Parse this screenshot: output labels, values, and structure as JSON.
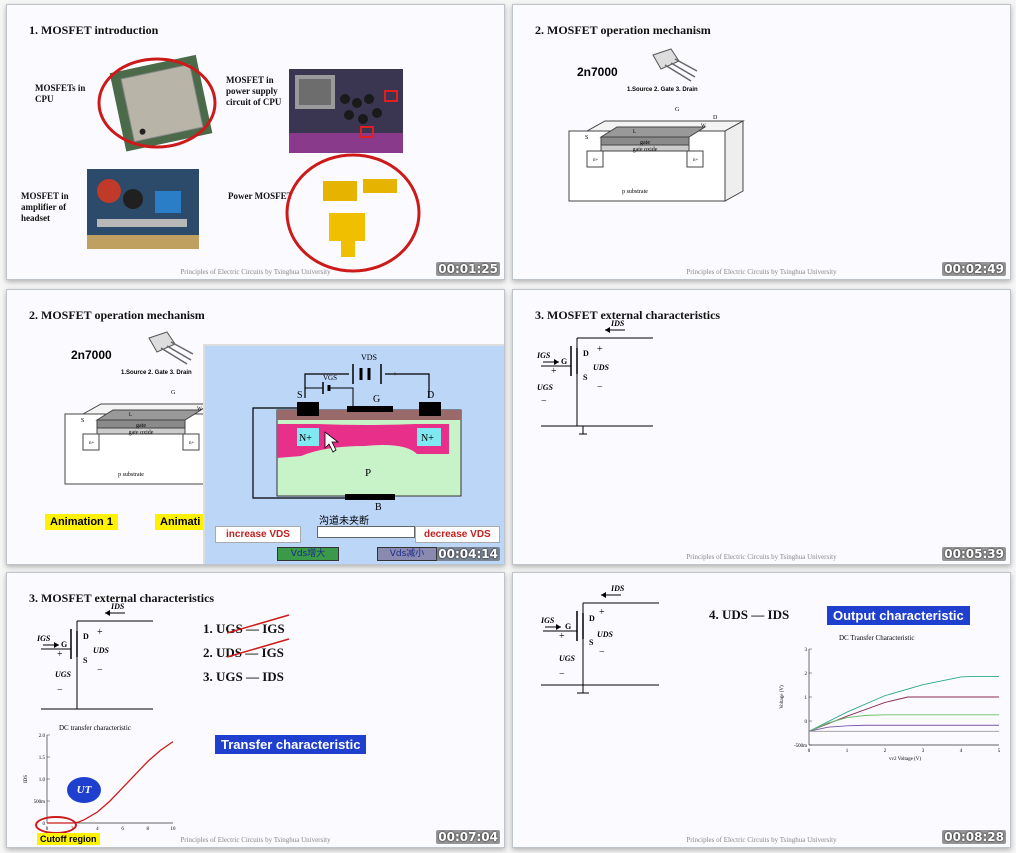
{
  "footer_text": "Principles of Electric Circuits by Tsinghua University",
  "tiles": [
    {
      "title": "1.  MOSFET  introduction",
      "timestamp": "00:01:25",
      "labels": {
        "cpu": "MOSFETs in CPU",
        "psu": "MOSFET in power supply circuit of CPU",
        "headset": "MOSFET in amplifier of headset",
        "power": "Power MOSFET"
      }
    },
    {
      "title": "2. MOSFET  operation mechanism",
      "timestamp": "00:02:49",
      "part": "2n7000",
      "pins": "1.Source  2. Gate  3. Drain",
      "diagram": {
        "gate": "gate",
        "oxide": "gate oxide",
        "substrate": "p substrate",
        "n1": "n+",
        "n2": "n+",
        "s": "S",
        "g": "G",
        "d": "D",
        "l": "L",
        "w": "W"
      }
    },
    {
      "title": "2. MOSFET  operation mechanism",
      "timestamp": "00:04:14",
      "part": "2n7000",
      "pins": "1.Source  2. Gate  3. Drain",
      "diagram": {
        "gate": "gate",
        "oxide": "gate oxide",
        "substrate": "p substrate",
        "n1": "n+",
        "n2": "n+",
        "s": "S",
        "g": "G",
        "d": "D",
        "l": "L",
        "w": "W"
      },
      "anim1": "Animation 1",
      "anim2": "Animati",
      "sim": {
        "vds": "VDS",
        "vgs": "VGS",
        "s": "S",
        "g": "G",
        "d": "D",
        "b": "B",
        "p": "P",
        "n_left": "N+",
        "n_right": "N+",
        "plus": "+",
        "minus": "−",
        "status": "沟道未夹断",
        "increase": "increase VDS",
        "decrease": "decrease VDS",
        "btn_up": "Vds增大",
        "btn_down": "Vds减小"
      }
    },
    {
      "title": "3. MOSFET external characteristics",
      "timestamp": "00:05:39",
      "circuit": {
        "ids": "IDS",
        "igs": "IGS",
        "uds": "UDS",
        "ugs": "UGS",
        "g": "G",
        "d": "D",
        "s": "S",
        "plus": "+",
        "minus": "−"
      }
    },
    {
      "title": "3. MOSFET external characteristics",
      "timestamp": "00:07:04",
      "circuit": {
        "ids": "IDS",
        "igs": "IGS",
        "uds": "UDS",
        "ugs": "UGS",
        "g": "G",
        "d": "D",
        "s": "S",
        "plus": "+",
        "minus": "−"
      },
      "list": [
        "1. UGS — IGS",
        "2. UDS — IGS",
        "3. UGS — IDS"
      ],
      "transfer_label": "Transfer characteristic",
      "ut_label": "UT",
      "cutoff_label": "Cutoff region",
      "chart_title": "DC transfer characteristic",
      "chart_ylabel": "IDS",
      "chart_xlabel_fragment": "IS(V)",
      "chart_data": {
        "type": "line",
        "title": "DC transfer characteristic",
        "ylabel": "IDS",
        "x_ticks": [
          "0",
          "2",
          "4",
          "6",
          "8",
          "10"
        ],
        "y_ticks": [
          "0",
          "500m",
          "1.0",
          "1.5",
          "2.0"
        ],
        "xlim": [
          0,
          10
        ],
        "ylim": [
          0,
          2.0
        ],
        "series": [
          {
            "x": [
              0,
              1,
              2,
              2.5,
              3,
              4,
              5,
              6,
              7,
              8,
              9,
              10
            ],
            "y": [
              0,
              0,
              0,
              0.02,
              0.08,
              0.25,
              0.5,
              0.8,
              1.1,
              1.4,
              1.65,
              1.85
            ]
          }
        ]
      }
    },
    {
      "title": "4. UDS — IDS",
      "timestamp": "00:08:28",
      "circuit": {
        "ids": "IDS",
        "igs": "IGS",
        "uds": "UDS",
        "ugs": "UGS",
        "g": "G",
        "d": "D",
        "s": "S",
        "plus": "+",
        "minus": "−"
      },
      "output_label": "Output characteristic",
      "chart_title": "DC Transfer Characteristic",
      "chart_xlabel": "vv2 Voltage (V)",
      "chart_ylabel": "Voltage (V)",
      "chart_data": {
        "type": "line",
        "title": "DC Transfer Characteristic",
        "xlabel": "vv2 Voltage (V)",
        "ylabel": "Voltage (V)",
        "x_ticks": [
          "0",
          "1",
          "2",
          "3",
          "4",
          "5"
        ],
        "y_ticks": [
          "-500m",
          "0",
          "1",
          "2",
          "3"
        ],
        "xlim": [
          0,
          5
        ],
        "ylim": [
          -0.5,
          3
        ],
        "series": [
          {
            "color": "#2aa88a",
            "x": [
              0,
              1,
              2,
              3,
              4,
              4.3,
              5
            ],
            "y": [
              0,
              0.7,
              1.3,
              1.7,
              1.98,
              2.0,
              2.0
            ]
          },
          {
            "color": "#8a2a55",
            "x": [
              0,
              1,
              2,
              2.6,
              3,
              5
            ],
            "y": [
              0,
              0.55,
              1.05,
              1.25,
              1.25,
              1.25
            ]
          },
          {
            "color": "#66bb66",
            "x": [
              0,
              0.5,
              1,
              1.5,
              2,
              5
            ],
            "y": [
              0,
              0.3,
              0.5,
              0.58,
              0.6,
              0.6
            ]
          },
          {
            "color": "#7755aa",
            "x": [
              0,
              0.5,
              1,
              1.5,
              5
            ],
            "y": [
              0,
              0.15,
              0.2,
              0.22,
              0.22
            ]
          },
          {
            "color": "#999999",
            "x": [
              0,
              5
            ],
            "y": [
              0,
              0
            ]
          }
        ]
      }
    }
  ]
}
